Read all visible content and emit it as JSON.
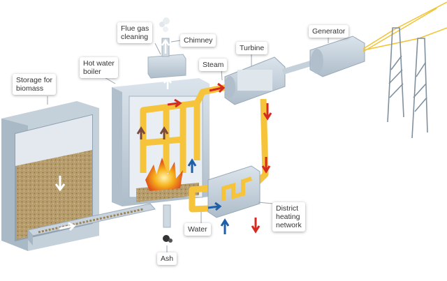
{
  "labels": {
    "storage": "Storage for\nbiomass",
    "boiler": "Hot water\nboiler",
    "flue": "Flue gas\ncleaning",
    "chimney": "Chimney",
    "steam": "Steam",
    "turbine": "Turbine",
    "generator": "Generator",
    "district": "District\nheating\nnetwork",
    "water": "Water",
    "ash": "Ash"
  },
  "colors": {
    "steel": "#cbd6e0",
    "steel_dark": "#8fa0b0",
    "pipe": "#f6c43a",
    "arrow_red": "#d42a20",
    "arrow_blue": "#1f5fa8",
    "biomass": "#b59a6a",
    "flame": "#f0a21c"
  }
}
